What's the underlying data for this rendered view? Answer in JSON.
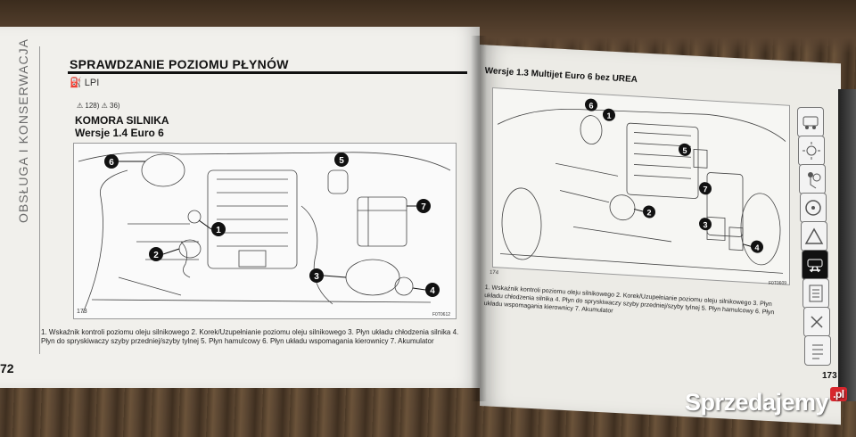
{
  "left_page": {
    "side_label": "OBSŁUGA I KONSERWACJA",
    "header_title": "SPRAWDZANIE POZIOMU PŁYNÓW",
    "icons_line": "⛽ LPI",
    "refs_line": "⚠ 128)  ⚠ 36)",
    "section_title": "KOMORA SILNIKA",
    "subtitle": "Wersje 1.4 Euro 6",
    "figure_number": "173",
    "figure_code": "F0T0612",
    "caption": "1. Wskaźnik kontroli poziomu oleju silnikowego 2. Korek/Uzupełnianie poziomu oleju silnikowego 3. Płyn układu chłodzenia silnika 4. Płyn do spryskiwaczy szyby przedniej/szyby tylnej 5. Płyn hamulcowy 6. Płyn układu wspomagania kierownicy 7. Akumulator",
    "page_number": "72",
    "callouts": [
      "6",
      "1",
      "2",
      "5",
      "7",
      "3",
      "4"
    ]
  },
  "right_page": {
    "title": "Wersje 1.3 Multijet Euro 6 bez UREA",
    "figure_number": "174",
    "figure_code": "F0T0609",
    "caption": "1. Wskaźnik kontroli poziomu oleju silnikowego 2. Korek/Uzupełnianie poziomu oleju silnikowego 3. Płyn układu chłodzenia silnika 4. Płyn do spryskiwaczy szyby przedniej/szyby tylnej 5. Płyn hamulcowy 6. Płyn układu wspomagania kierownicy 7. Akumulator",
    "page_number": "173",
    "callouts": [
      "6",
      "1",
      "5",
      "7",
      "2",
      "3",
      "4"
    ],
    "tabs": [
      "car-dashboard-icon",
      "lights-icon",
      "airbag-icon",
      "steering-wheel-icon",
      "warning-triangle-icon",
      "wrench-icon",
      "spec-sheet-icon",
      "multimedia-icon",
      "index-icon"
    ]
  },
  "watermark": {
    "text": "Sprzedajemy",
    "suffix": ".pl",
    "color_badge": "#d7262d"
  }
}
